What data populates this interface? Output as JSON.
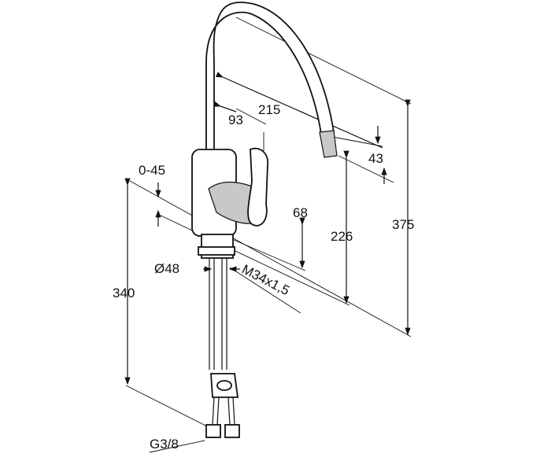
{
  "title": "Faucet dimension drawing",
  "dimensions": {
    "spout_reach": "215",
    "lever_reach": "93",
    "aerator_height": "43",
    "swivel_angle": "0-45",
    "base_height": "68",
    "spout_outlet_height": "226",
    "total_height": "375",
    "base_diameter": "Ø48",
    "thread": "M34x1,5",
    "hose_length": "340",
    "connection": "G3/8"
  }
}
